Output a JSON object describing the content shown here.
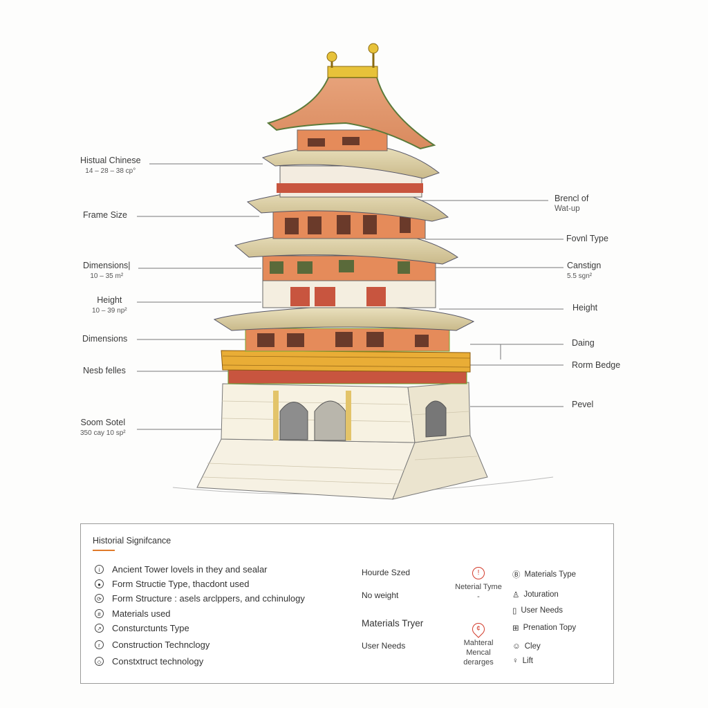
{
  "left_labels": [
    {
      "title": "Histual Chinese",
      "sub": "14 – 28 – 38 cp°"
    },
    {
      "title": "Frame Size",
      "sub": ""
    },
    {
      "title": "Dimensions|",
      "sub": "10 – 35 m²"
    },
    {
      "title": "Height",
      "sub": "10 – 39 np²"
    },
    {
      "title": "Dimensions",
      "sub": ""
    },
    {
      "title": "Nesb felles",
      "sub": ""
    },
    {
      "title": "Soom Sotel",
      "sub": "350 cay 10 sp²"
    }
  ],
  "right_labels": [
    {
      "title": "Brencl of",
      "sub": "Wat-up"
    },
    {
      "title": "Fovnl Type",
      "sub": ""
    },
    {
      "title": "Canstign",
      "sub": "5.5 sgn²"
    },
    {
      "title": "Height",
      "sub": ""
    },
    {
      "title": "Daing",
      "sub": ""
    },
    {
      "title": "Rorm Bedge",
      "sub": ""
    },
    {
      "title": "Pevel",
      "sub": ""
    }
  ],
  "panel": {
    "title": "Historial Signifcance",
    "accent": "#e07a2a",
    "items": [
      {
        "icon": "info-icon",
        "glyph": "i",
        "text": "Ancient Tower lovels in they and sealar"
      },
      {
        "icon": "dot-icon",
        "glyph": "●",
        "text": "Form Structie Type, thacdont used"
      },
      {
        "icon": "cycle-icon",
        "glyph": "⟳",
        "text": "Form Structure : asels arclppers, and cchinulogy"
      },
      {
        "icon": "grid-icon",
        "glyph": "#",
        "text": "Materials used"
      },
      {
        "icon": "arrow-icon",
        "glyph": "↗",
        "text": "Consturctunts Type"
      },
      {
        "icon": "r-icon",
        "glyph": "r",
        "text": "Construction Technclogy"
      },
      {
        "icon": "diamond-icon",
        "glyph": "◇",
        "text": "Constxtruct technology"
      }
    ],
    "middle": [
      {
        "text": "Hourde Szed"
      },
      {
        "text": "No weight"
      },
      {
        "text": "Materials Tryer"
      },
      {
        "text": "User Needs"
      }
    ],
    "red_markers": [
      {
        "glyph": "!",
        "label": "Neterial Tyme",
        "dash": "-"
      },
      {
        "glyph": "¢",
        "label": "Mahteral Mencal derarges"
      }
    ],
    "right": [
      {
        "icon": "b-circle-icon",
        "glyph": "Ⓑ",
        "text": "Materials Type"
      },
      {
        "icon": "person-icon",
        "glyph": "♙",
        "text": "Joturation"
      },
      {
        "icon": "phone-icon",
        "glyph": "▯",
        "text": "User Needs"
      },
      {
        "icon": "chart-icon",
        "glyph": "⊞",
        "text": "Prenation Topy"
      },
      {
        "icon": "face-icon",
        "glyph": "☺",
        "text": "Cley"
      },
      {
        "icon": "lift-icon",
        "glyph": "♀",
        "text": "Lift"
      }
    ],
    "red": "#d23a2a"
  }
}
